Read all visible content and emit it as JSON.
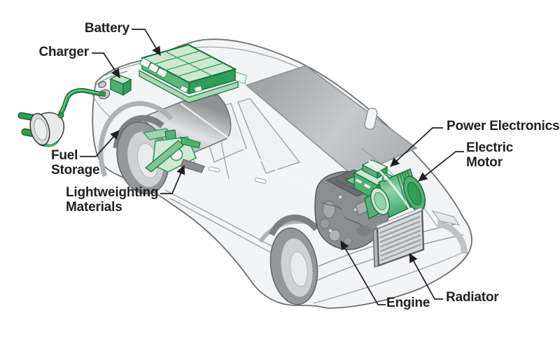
{
  "diagram": {
    "labels": {
      "battery": {
        "text": "Battery"
      },
      "charger": {
        "text": "Charger"
      },
      "fuel_storage": {
        "line1": "Fuel",
        "line2": "Storage"
      },
      "lightweighting_materials": {
        "line1": "Lightweighting",
        "line2": "Materials"
      },
      "power_electronics": {
        "text": "Power Electronics"
      },
      "electric_motor": {
        "line1": "Electric",
        "line2": "Motor"
      },
      "engine": {
        "text": "Engine"
      },
      "radiator": {
        "text": "Radiator"
      }
    },
    "colors": {
      "component_green": "#2f9e57",
      "component_green_light": "#cde8d0",
      "component_green_dark": "#15713a",
      "cable_green": "#2ca152",
      "car_body_gray": "#f3f4f5",
      "glass_gray": "#b7babd",
      "metal_gray": "#c9cbcd",
      "engine_gray": "#8b8e91",
      "label_text": "#231f20"
    }
  }
}
